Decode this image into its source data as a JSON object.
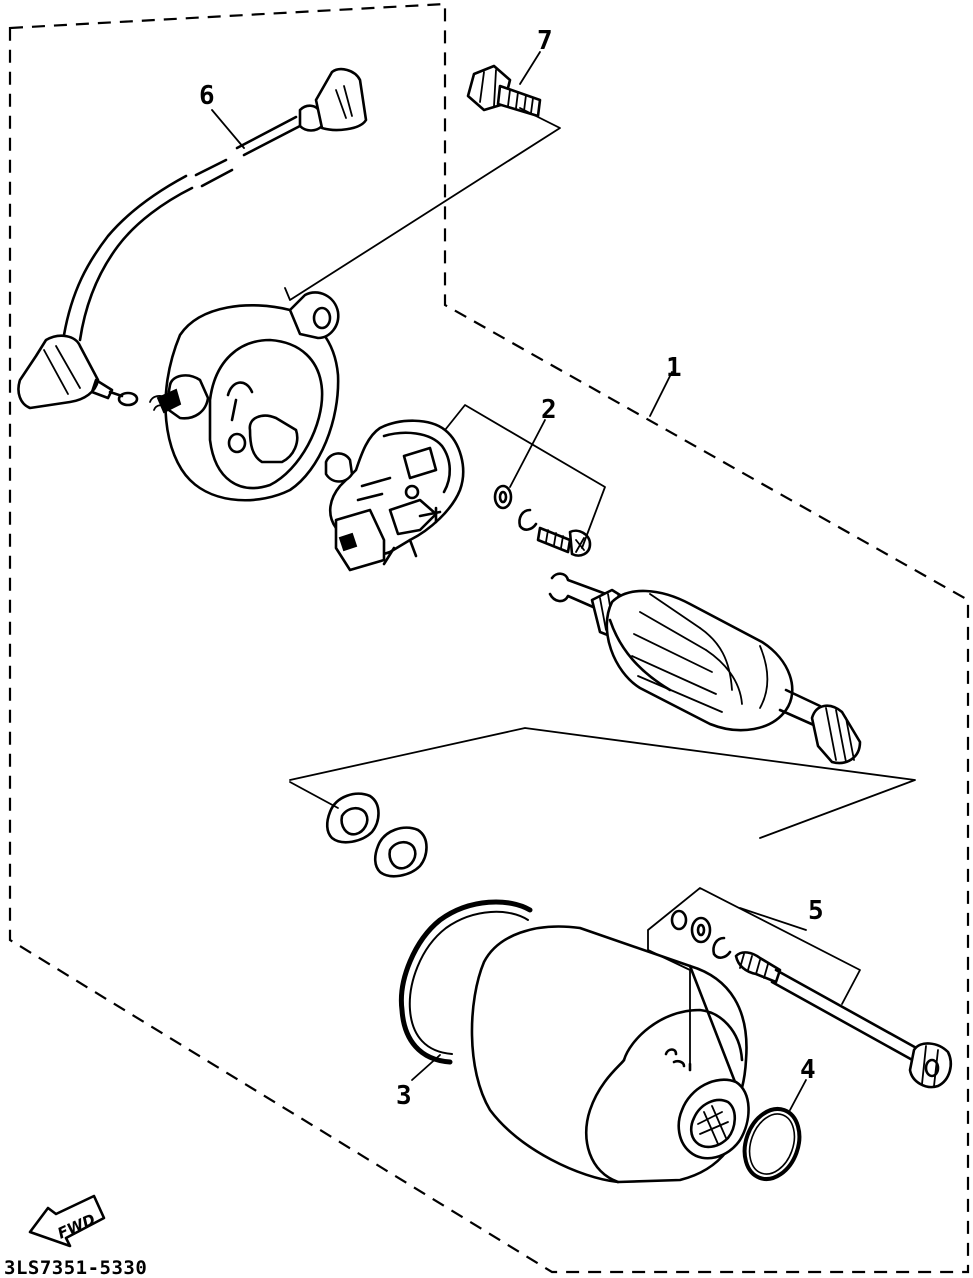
{
  "callouts": {
    "c1": "1",
    "c2": "2",
    "c3": "3",
    "c4": "4",
    "c5": "5",
    "c6": "6",
    "c7": "7"
  },
  "direction_badge": {
    "label": "FWD",
    "icon": "fwd-arrow-icon"
  },
  "drawing_code": "3LS7351-5330"
}
